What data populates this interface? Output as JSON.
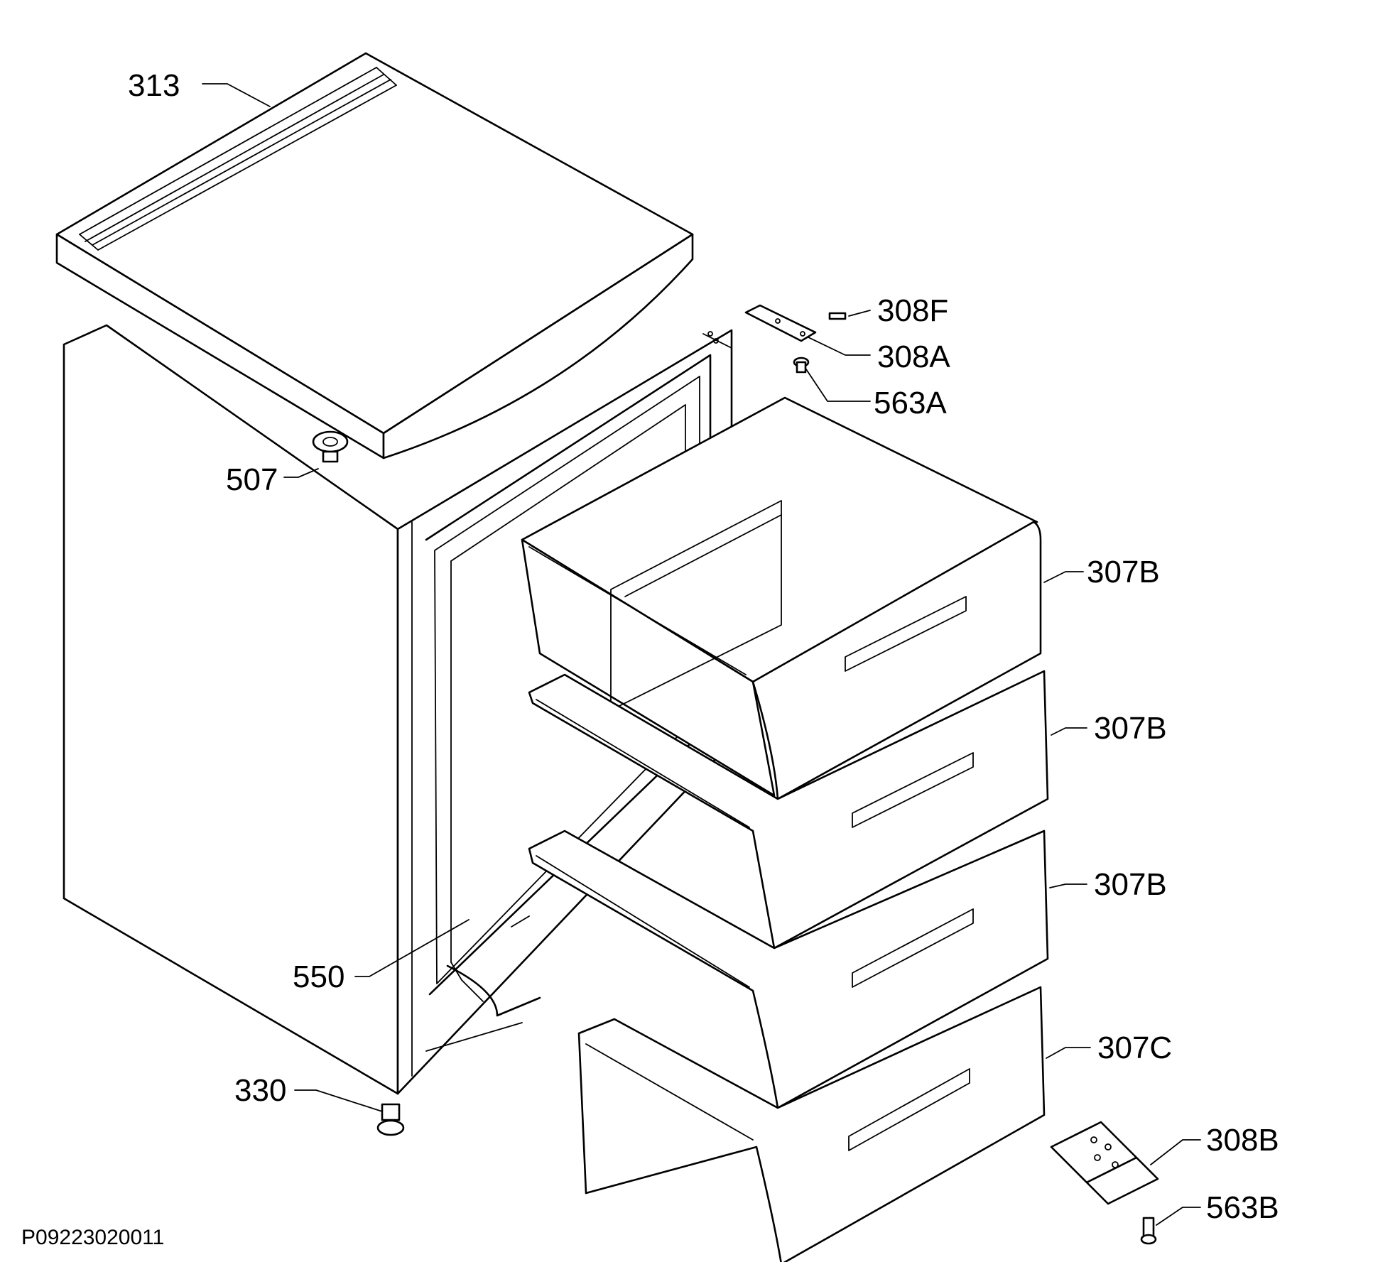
{
  "labels": {
    "l313": "313",
    "l308F": "308F",
    "l308A": "308A",
    "l563A": "563A",
    "l507": "507",
    "l307B_1": "307B",
    "l307B_2": "307B",
    "l307B_3": "307B",
    "l307C": "307C",
    "l550": "550",
    "l330": "330",
    "l308B": "308B",
    "l563B": "563B"
  },
  "drawing_code": "P09223020011"
}
